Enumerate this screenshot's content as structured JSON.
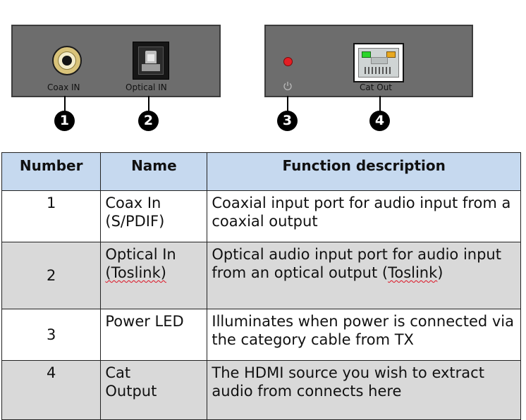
{
  "panels": {
    "coax_label": "Coax IN",
    "optical_label": "Optical IN",
    "cat_label": "Cat Out",
    "callouts": [
      "1",
      "2",
      "3",
      "4"
    ],
    "colors": {
      "panel": "#6d6d6d",
      "coax": "#d9c37a",
      "led": "#e31e24",
      "rj45_green": "#2bd52b",
      "rj45_amber": "#e8a820"
    }
  },
  "table": {
    "headers": [
      "Number",
      "Name",
      "Function description"
    ],
    "rows": [
      {
        "number": "1",
        "name_a": "Coax In",
        "name_b": "(S/PDIF)",
        "desc": "Coaxial input port for audio input from a coaxial output"
      },
      {
        "number": "2",
        "name_a": "Optical In",
        "name_b": "(Toslink)",
        "desc_a": "Optical audio input port for audio input from an optical output (",
        "desc_link": "Toslink",
        "desc_b": ")"
      },
      {
        "number": "3",
        "name_a": "Power LED",
        "desc": "Illuminates when power is connected via the category cable from TX"
      },
      {
        "number": "4",
        "name_a": "Cat",
        "name_b": "Output",
        "desc": "The HDMI source you wish to extract audio from connects here"
      }
    ],
    "header_color": "#c6d9ef",
    "alt_row_color": "#d9d9d9"
  }
}
